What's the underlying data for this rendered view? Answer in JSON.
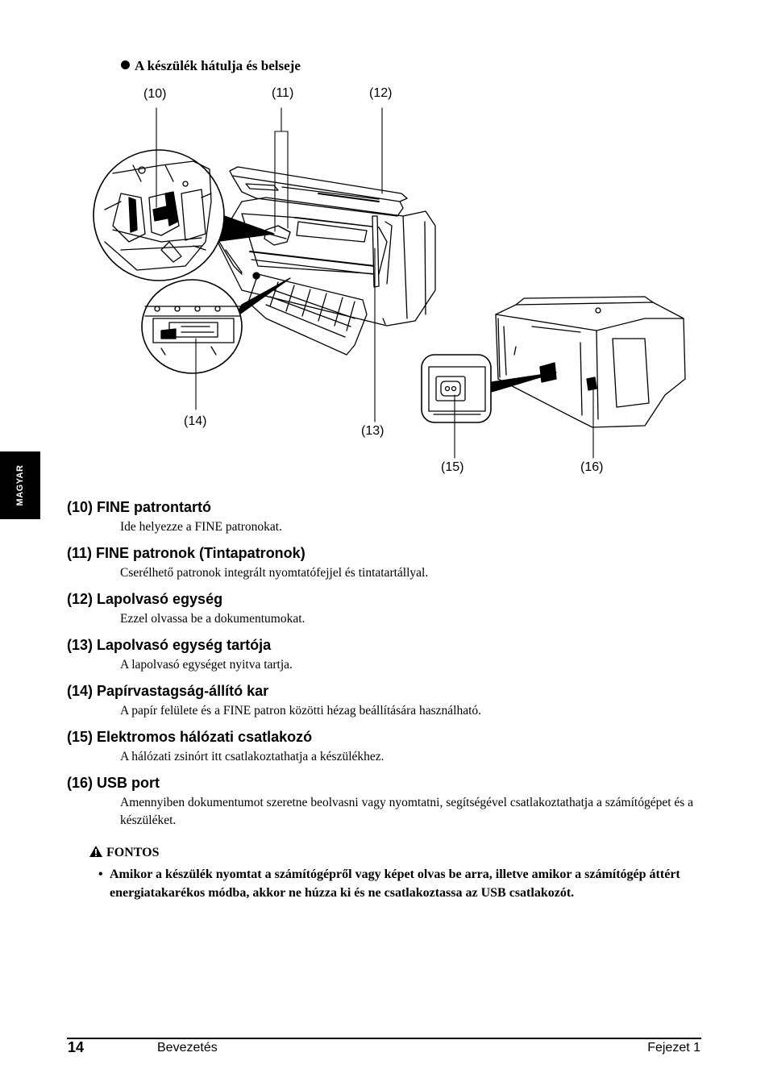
{
  "side_tab": "MAGYAR",
  "section_heading": "A készülék hátulja és belseje",
  "callouts": {
    "c10": "(10)",
    "c11": "(11)",
    "c12": "(12)",
    "c13": "(13)",
    "c14": "(14)",
    "c15": "(15)",
    "c16": "(16)"
  },
  "definitions": [
    {
      "term": "(10) FINE patrontartó",
      "desc": "Ide helyezze a FINE patronokat."
    },
    {
      "term": "(11) FINE patronok (Tintapatronok)",
      "desc": "Cserélhető patronok integrált nyomtatófejjel és tintatartállyal."
    },
    {
      "term": "(12) Lapolvasó egység",
      "desc": "Ezzel olvassa be a dokumentumokat."
    },
    {
      "term": "(13) Lapolvasó egység tartója",
      "desc": "A lapolvasó egységet nyitva tartja."
    },
    {
      "term": "(14) Papírvastagság-állító kar",
      "desc": "A papír felülete és a FINE patron közötti hézag beállítására használható."
    },
    {
      "term": "(15) Elektromos hálózati csatlakozó",
      "desc": "A hálózati zsinórt itt csatlakoztathatja a készülékhez."
    },
    {
      "term": "(16) USB port",
      "desc": "Amennyiben dokumentumot szeretne beolvasni vagy nyomtatni, segítségével csatlakoztathatja a számítógépet és a készüléket."
    }
  ],
  "note": {
    "icon": "warning-triangle-icon",
    "title": "FONTOS",
    "text": "Amikor a készülék nyomtat a számítógépről vagy képet olvas be arra, illetve amikor a számítógép áttért energiatakarékos módba, akkor ne húzza ki és ne csatlakoztassa az USB csatlakozót."
  },
  "footer": {
    "page_number": "14",
    "section": "Bevezetés",
    "chapter": "Fejezet 1"
  }
}
